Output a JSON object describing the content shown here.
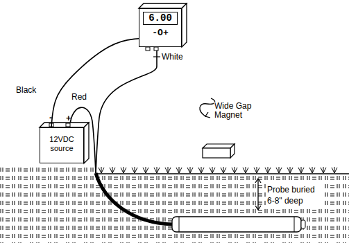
{
  "diagram": {
    "nodes": [
      {
        "text": [
          "6.00",
          "-O+"
        ]
      },
      {
        "text": [
          "12VDC source"
        ]
      }
    ],
    "edges": [
      {
        "from": 0,
        "to": 1,
        "arrow": "none",
        "label": "Black"
      }
    ],
    "labels": [
      "Red",
      "-",
      "+",
      "White",
      "Wide Gap Magnet",
      "Probe buried 6-8\" deep"
    ]
  }
}
